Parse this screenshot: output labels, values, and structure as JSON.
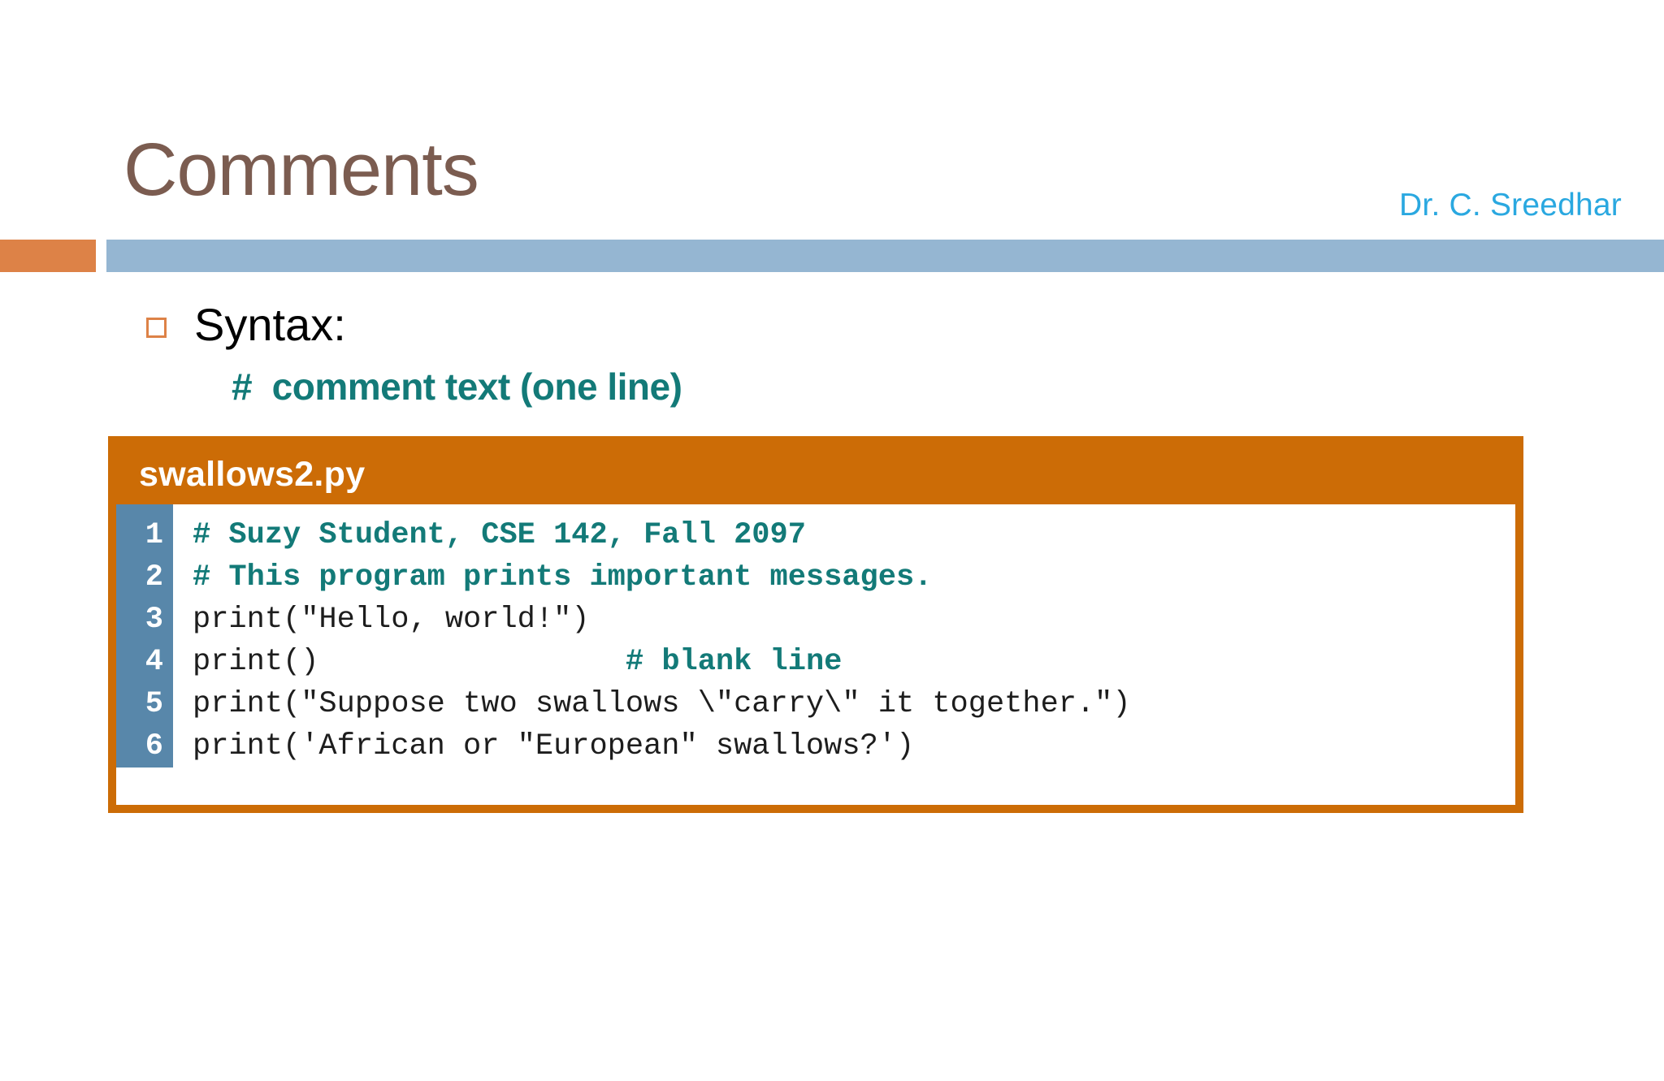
{
  "slide": {
    "title": "Comments",
    "author": "Dr. C. Sreedhar",
    "colors": {
      "title": "#7b5c50",
      "author": "#2aa8e0",
      "rule_orange": "#dd8247",
      "rule_blue": "#95b6d2",
      "code_border": "#cc6c06",
      "gutter": "#5887aa",
      "comment_teal": "#137a78"
    }
  },
  "content": {
    "bullet": {
      "marker": "square-bullet-icon",
      "label": "Syntax:"
    },
    "syntax": "#  comment text (one line)"
  },
  "code_box": {
    "filename": "swallows2.py",
    "lines": [
      {
        "number": "1",
        "text": "# Suzy Student, CSE 142, Fall 2097",
        "kind": "comment"
      },
      {
        "number": "2",
        "text": "# This program prints important messages.",
        "kind": "comment"
      },
      {
        "number": "3",
        "text": "print(\"Hello, world!\")",
        "kind": "code"
      },
      {
        "number": "4",
        "code": "print()",
        "comment": "# blank line",
        "kind": "code-with-comment",
        "gap": "                 "
      },
      {
        "number": "5",
        "text": "print(\"Suppose two swallows \\\"carry\\\" it together.\")",
        "kind": "code"
      },
      {
        "number": "6",
        "text": "print('African or \"European\" swallows?')",
        "kind": "code"
      }
    ]
  }
}
